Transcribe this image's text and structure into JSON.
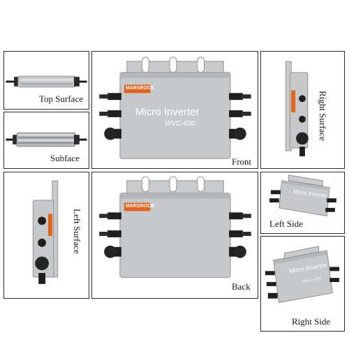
{
  "panels": {
    "top_surface": {
      "caption": "Top Surface"
    },
    "subface": {
      "caption": "Subface"
    },
    "front": {
      "caption": "Front"
    },
    "right_surface": {
      "caption": "Right Surface"
    },
    "left_surface": {
      "caption": "Left Surface"
    },
    "back": {
      "caption": "Back"
    },
    "left_side": {
      "caption": "Left Side"
    },
    "right_side": {
      "caption": "Right Side"
    }
  },
  "device": {
    "brand": "MARSROCK",
    "name": "Micro Inverter",
    "model": "WVC-600"
  },
  "colors": {
    "body": "#c6c8ca",
    "body_dark": "#8e9194",
    "brand_orange": "#e2631b",
    "cable": "#1b1b1b"
  }
}
